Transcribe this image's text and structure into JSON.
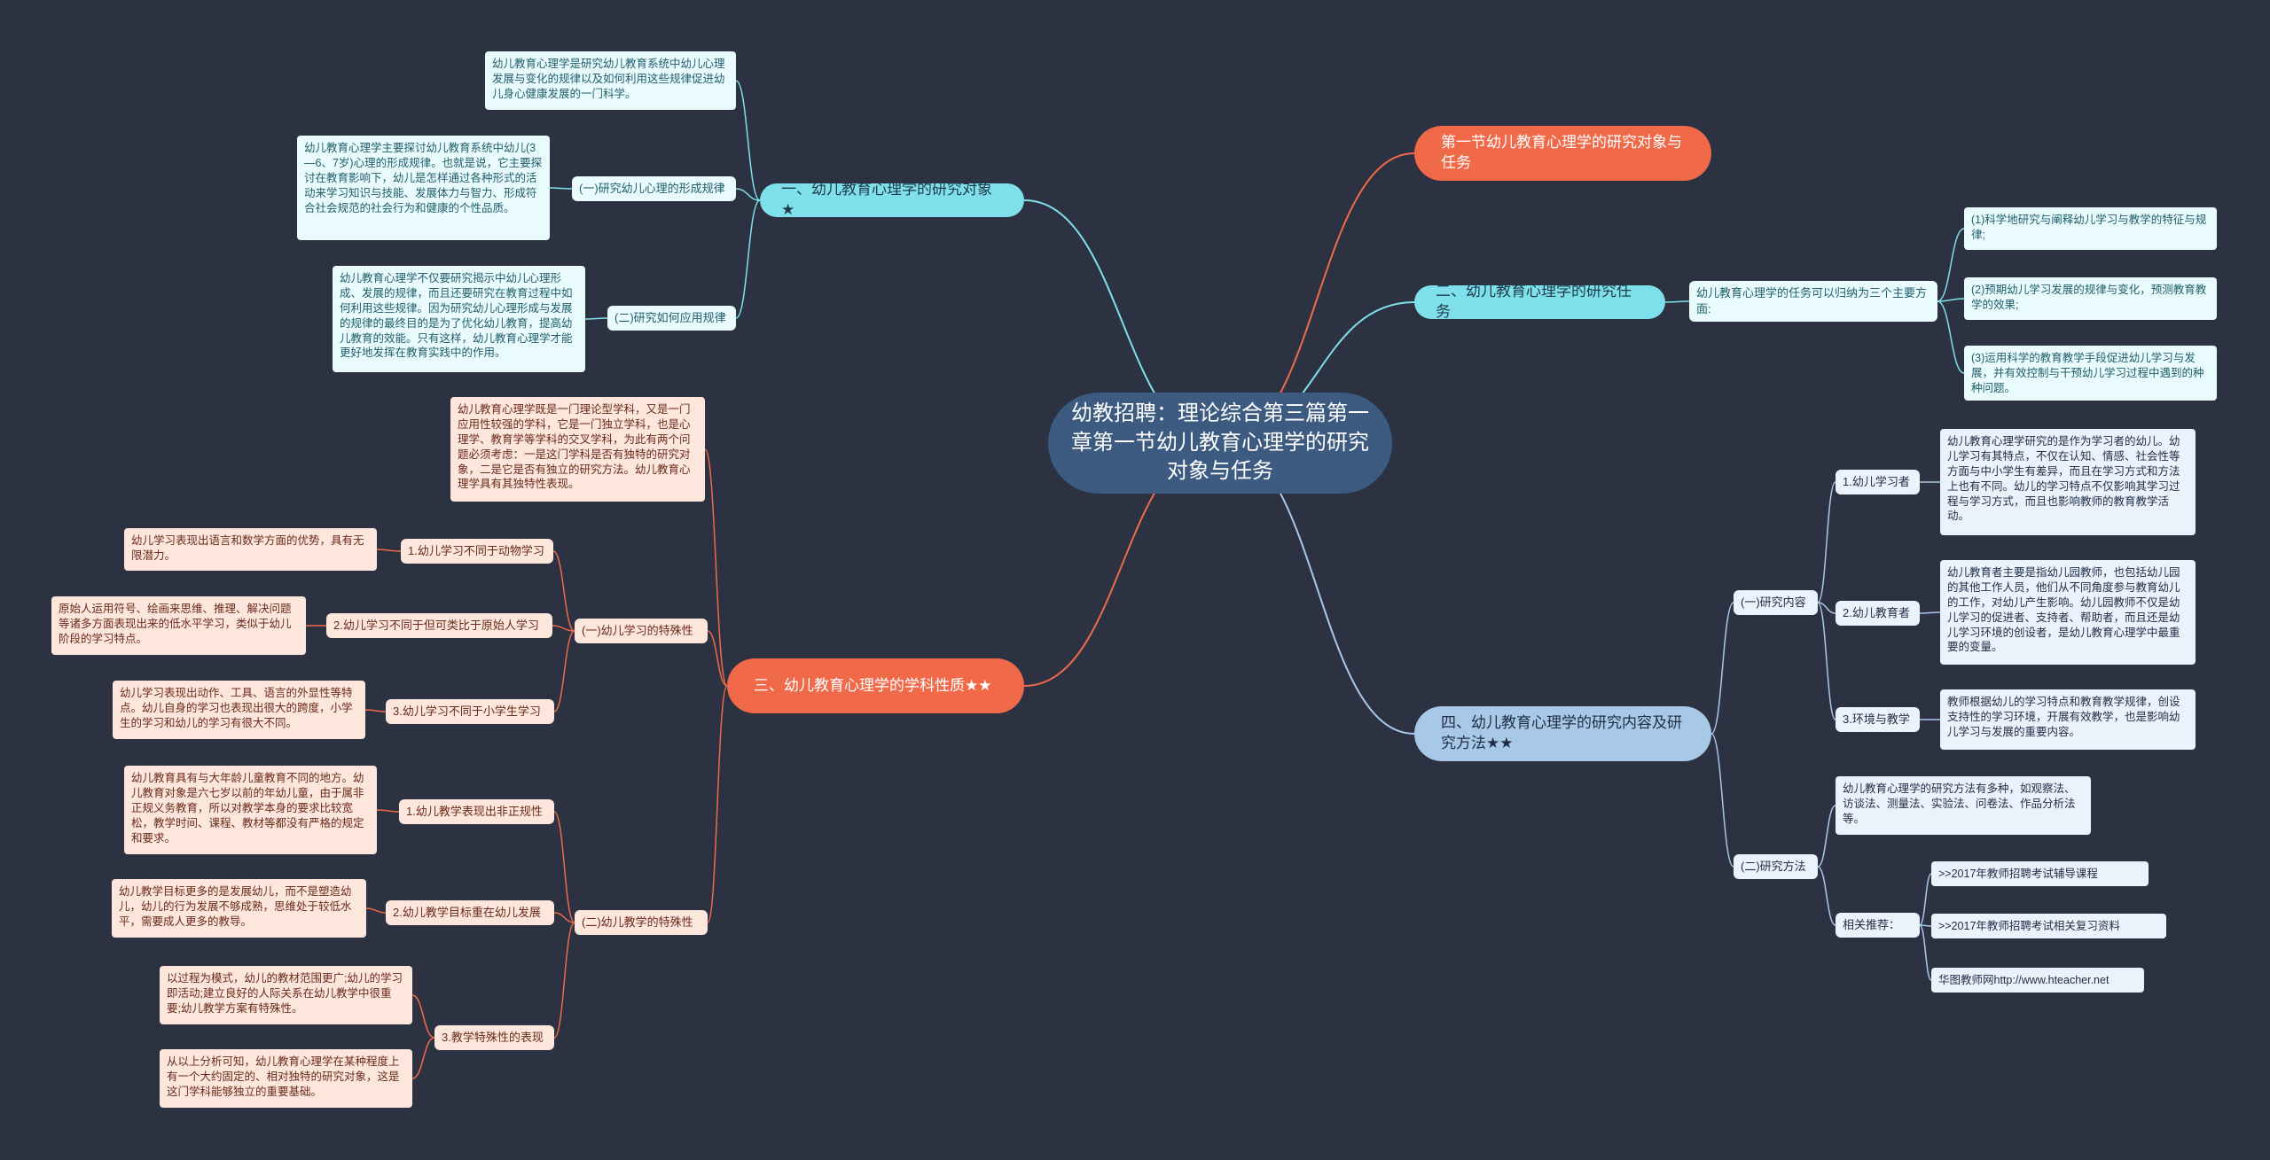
{
  "colors": {
    "background": "#2c3242",
    "root": "#3d5a80",
    "orange_branch": "#f06a4a",
    "cyan_branch": "#7ee0ea",
    "blue_branch": "#a8c8e8"
  },
  "root": {
    "title": "幼教招聘：理论综合第三篇第一章第一节幼儿教育心理学的研究对象与任务"
  },
  "branch_section1": {
    "label": "第一节幼儿教育心理学的研究对象与任务"
  },
  "branch_tasks": {
    "label": "二、幼儿教育心理学的研究任务",
    "summary": "幼儿教育心理学的任务可以归纳为三个主要方面:",
    "items": [
      "(1)科学地研究与阐释幼儿学习与教学的特征与规律;",
      "(2)预期幼儿学习发展的规律与变化，预测教育教学的效果;",
      "(3)运用科学的教育教学手段促进幼儿学习与发展，并有效控制与干预幼儿学习过程中遇到的种种问题。"
    ]
  },
  "branch_object": {
    "label": "一、幼儿教育心理学的研究对象★",
    "definition": "幼儿教育心理学是研究幼儿教育系统中幼儿心理发展与变化的规律以及如何利用这些规律促进幼儿身心健康发展的一门科学。",
    "sub1": {
      "label": "(一)研究幼儿心理的形成规律",
      "detail": "幼儿教育心理学主要探讨幼儿教育系统中幼儿(3—6、7岁)心理的形成规律。也就是说，它主要探讨在教育影响下，幼儿是怎样通过各种形式的活动来学习知识与技能、发展体力与智力、形成符合社会规范的社会行为和健康的个性品质。"
    },
    "sub2": {
      "label": "(二)研究如何应用规律",
      "detail": "幼儿教育心理学不仅要研究揭示中幼儿心理形成、发展的规律，而且还要研究在教育过程中如何利用这些规律。因为研究幼儿心理形成与发展的规律的最终目的是为了优化幼儿教育，提高幼儿教育的效能。只有这样，幼儿教育心理学才能更好地发挥在教育实践中的作用。"
    }
  },
  "branch_nature": {
    "label": "三、幼儿教育心理学的学科性质★★",
    "intro": "幼儿教育心理学既是一门理论型学科，又是一门应用性较强的学科，它是一门独立学科，也是心理学、教育学等学科的交叉学科，为此有两个问题必须考虑：一是这门学科是否有独特的研究对象，二是它是否有独立的研究方法。幼儿教育心理学具有其独特性表现。",
    "learning": {
      "label": "(一)幼儿学习的特殊性",
      "items": [
        {
          "label": "1.幼儿学习不同于动物学习",
          "detail": "幼儿学习表现出语言和数学方面的优势，具有无限潜力。"
        },
        {
          "label": "2.幼儿学习不同于但可类比于原始人学习",
          "detail": "原始人运用符号、绘画来思维、推理、解决问题等诸多方面表现出来的低水平学习，类似于幼儿阶段的学习特点。"
        },
        {
          "label": "3.幼儿学习不同于小学生学习",
          "detail": "幼儿学习表现出动作、工具、语言的外显性等特点。幼儿自身的学习也表现出很大的跨度，小学生的学习和幼儿的学习有很大不同。"
        }
      ]
    },
    "teaching": {
      "label": "(二)幼儿教学的特殊性",
      "items": [
        {
          "label": "1.幼儿教学表现出非正规性",
          "detail": "幼儿教育具有与大年龄儿童教育不同的地方。幼儿教育对象是六七岁以前的年幼儿童，由于属非正规义务教育，所以对教学本身的要求比较宽松，教学时间、课程、教材等都没有严格的规定和要求。"
        },
        {
          "label": "2.幼儿教学目标重在幼儿发展",
          "detail": "幼儿教学目标更多的是发展幼儿，而不是塑造幼儿，幼儿的行为发展不够成熟，思维处于较低水平，需要成人更多的教导。"
        }
      ],
      "item3": {
        "label": "3.教学特殊性的表现",
        "details": [
          "以过程为模式，幼儿的教材范围更广;幼儿的学习即活动;建立良好的人际关系在幼儿教学中很重要;幼儿教学方案有特殊性。",
          "从以上分析可知，幼儿教育心理学在某种程度上有一个大约固定的、相对独特的研究对象，这是这门学科能够独立的重要基础。"
        ]
      }
    }
  },
  "branch_methods": {
    "label": "四、幼儿教育心理学的研究内容及研究方法★★",
    "content": {
      "label": "(一)研究内容",
      "items": [
        {
          "label": "1.幼儿学习者",
          "detail": "幼儿教育心理学研究的是作为学习者的幼儿。幼儿学习有其特点，不仅在认知、情感、社会性等方面与中小学生有差异，而且在学习方式和方法上也有不同。幼儿的学习特点不仅影响其学习过程与学习方式，而且也影响教师的教育教学活动。"
        },
        {
          "label": "2.幼儿教育者",
          "detail": "幼儿教育者主要是指幼儿园教师，也包括幼儿园的其他工作人员，他们从不同角度参与教育幼儿的工作，对幼儿产生影响。幼儿园教师不仅是幼儿学习的促进者、支持者、帮助者，而且还是幼儿学习环境的创设者，是幼儿教育心理学中最重要的变量。"
        },
        {
          "label": "3.环境与教学",
          "detail": "教师根据幼儿的学习特点和教育教学规律，创设支持性的学习环境，开展有效教学，也是影响幼儿学习与发展的重要内容。"
        }
      ]
    },
    "method": {
      "label": "(二)研究方法",
      "detail": "幼儿教育心理学的研究方法有多种，如观察法、访谈法、测量法、实验法、问卷法、作品分析法等。",
      "related_label": "相关推荐：",
      "related": [
        ">>2017年教师招聘考试辅导课程",
        ">>2017年教师招聘考试相关复习资料",
        "华图教师网http://www.hteacher.net"
      ]
    }
  }
}
